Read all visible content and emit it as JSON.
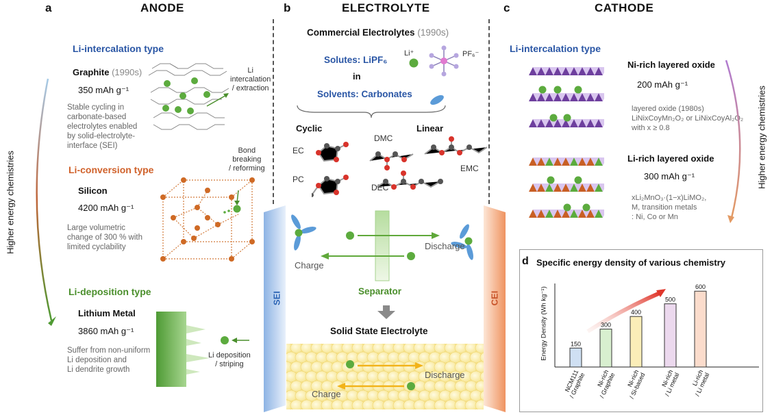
{
  "anode": {
    "letter": "a",
    "title": "ANODE",
    "vertical_label": "Higher energy chemistries",
    "intercalation": {
      "type_title": "Li-intercalation type",
      "material": "Graphite",
      "year": "(1990s)",
      "capacity": "350 mAh g⁻¹",
      "desc": [
        "Stable cycling in",
        "carbonate-based",
        "electrolytes enabled",
        "by solid-electrolyte-",
        "interface (SEI)"
      ],
      "callout": [
        "Li",
        "intercalation",
        "/ extraction"
      ]
    },
    "conversion": {
      "type_title": "Li-conversion type",
      "material": "Silicon",
      "capacity": "4200 mAh g⁻¹",
      "desc": [
        "Large volumetric",
        "change of 300 % with",
        "limited cyclability"
      ],
      "callout": [
        "Bond",
        "breaking",
        "/ reforming"
      ]
    },
    "deposition": {
      "type_title": "Li-deposition type",
      "material": "Lithium Metal",
      "capacity": "3860 mAh g⁻¹",
      "desc": [
        "Suffer from non-uniform",
        "Li deposition and",
        "Li dendrite growth"
      ],
      "callout": [
        "Li deposition",
        "/ striping"
      ]
    }
  },
  "electrolyte": {
    "letter": "b",
    "title": "ELECTROLYTE",
    "commercial": "Commercial Electrolytes",
    "commercial_year": "(1990s)",
    "solutes": "Solutes: LiPF₆",
    "in": "in",
    "solvents": "Solvents: Carbonates",
    "li_ion": "Li⁺",
    "pf6": "PF₆⁻",
    "cyclic": "Cyclic",
    "linear": "Linear",
    "molecules": [
      "EC",
      "PC",
      "DMC",
      "DEC",
      "EMC"
    ],
    "sei": "SEI",
    "cei": "CEI",
    "separator": "Separator",
    "charge": "Charge",
    "discharge": "Discharge",
    "solid_state": "Solid State Electrolyte",
    "colors": {
      "sei": "#7fa7dc",
      "cei": "#f0a070",
      "green": "#5fa83a",
      "gold": "#f2b319"
    }
  },
  "cathode": {
    "letter": "c",
    "title": "CATHODE",
    "type_title": "Li-intercalation type",
    "vertical_label": "Higher energy chemistries",
    "ni_rich": {
      "title": "Ni-rich layered oxide",
      "capacity": "200 mAh g⁻¹",
      "desc": [
        "layered oxide (1980s)",
        "LiNixCoyMn₂O₂ or LiNixCoyAl₂O₂",
        "with  x ≥ 0.8"
      ]
    },
    "li_rich": {
      "title": "Li-rich layered oxide",
      "capacity": "300 mAh g⁻¹",
      "desc": [
        "xLi₂MnO₃·(1−x)LiMO₂,",
        "M, transition metals",
        ": Ni, Co or Mn"
      ]
    }
  },
  "chart_data": {
    "type": "bar",
    "panel_letter": "d",
    "title": "Specific energy density of various chemistry",
    "ylabel": "Energy Density (Wh kg⁻¹)",
    "categories": [
      "NCM111 / Graphite",
      "Ni-rich / Graphite",
      "Ni-rich / Si-based",
      "Ni-rich / Li metal",
      "Li-rich / Li metal"
    ],
    "values": [
      150,
      300,
      400,
      500,
      600
    ],
    "ylim": [
      0,
      650
    ],
    "colors": [
      "#cfe0f3",
      "#d8efcf",
      "#fbeeb8",
      "#ecd9ee",
      "#fbdccc"
    ],
    "grid": false
  }
}
